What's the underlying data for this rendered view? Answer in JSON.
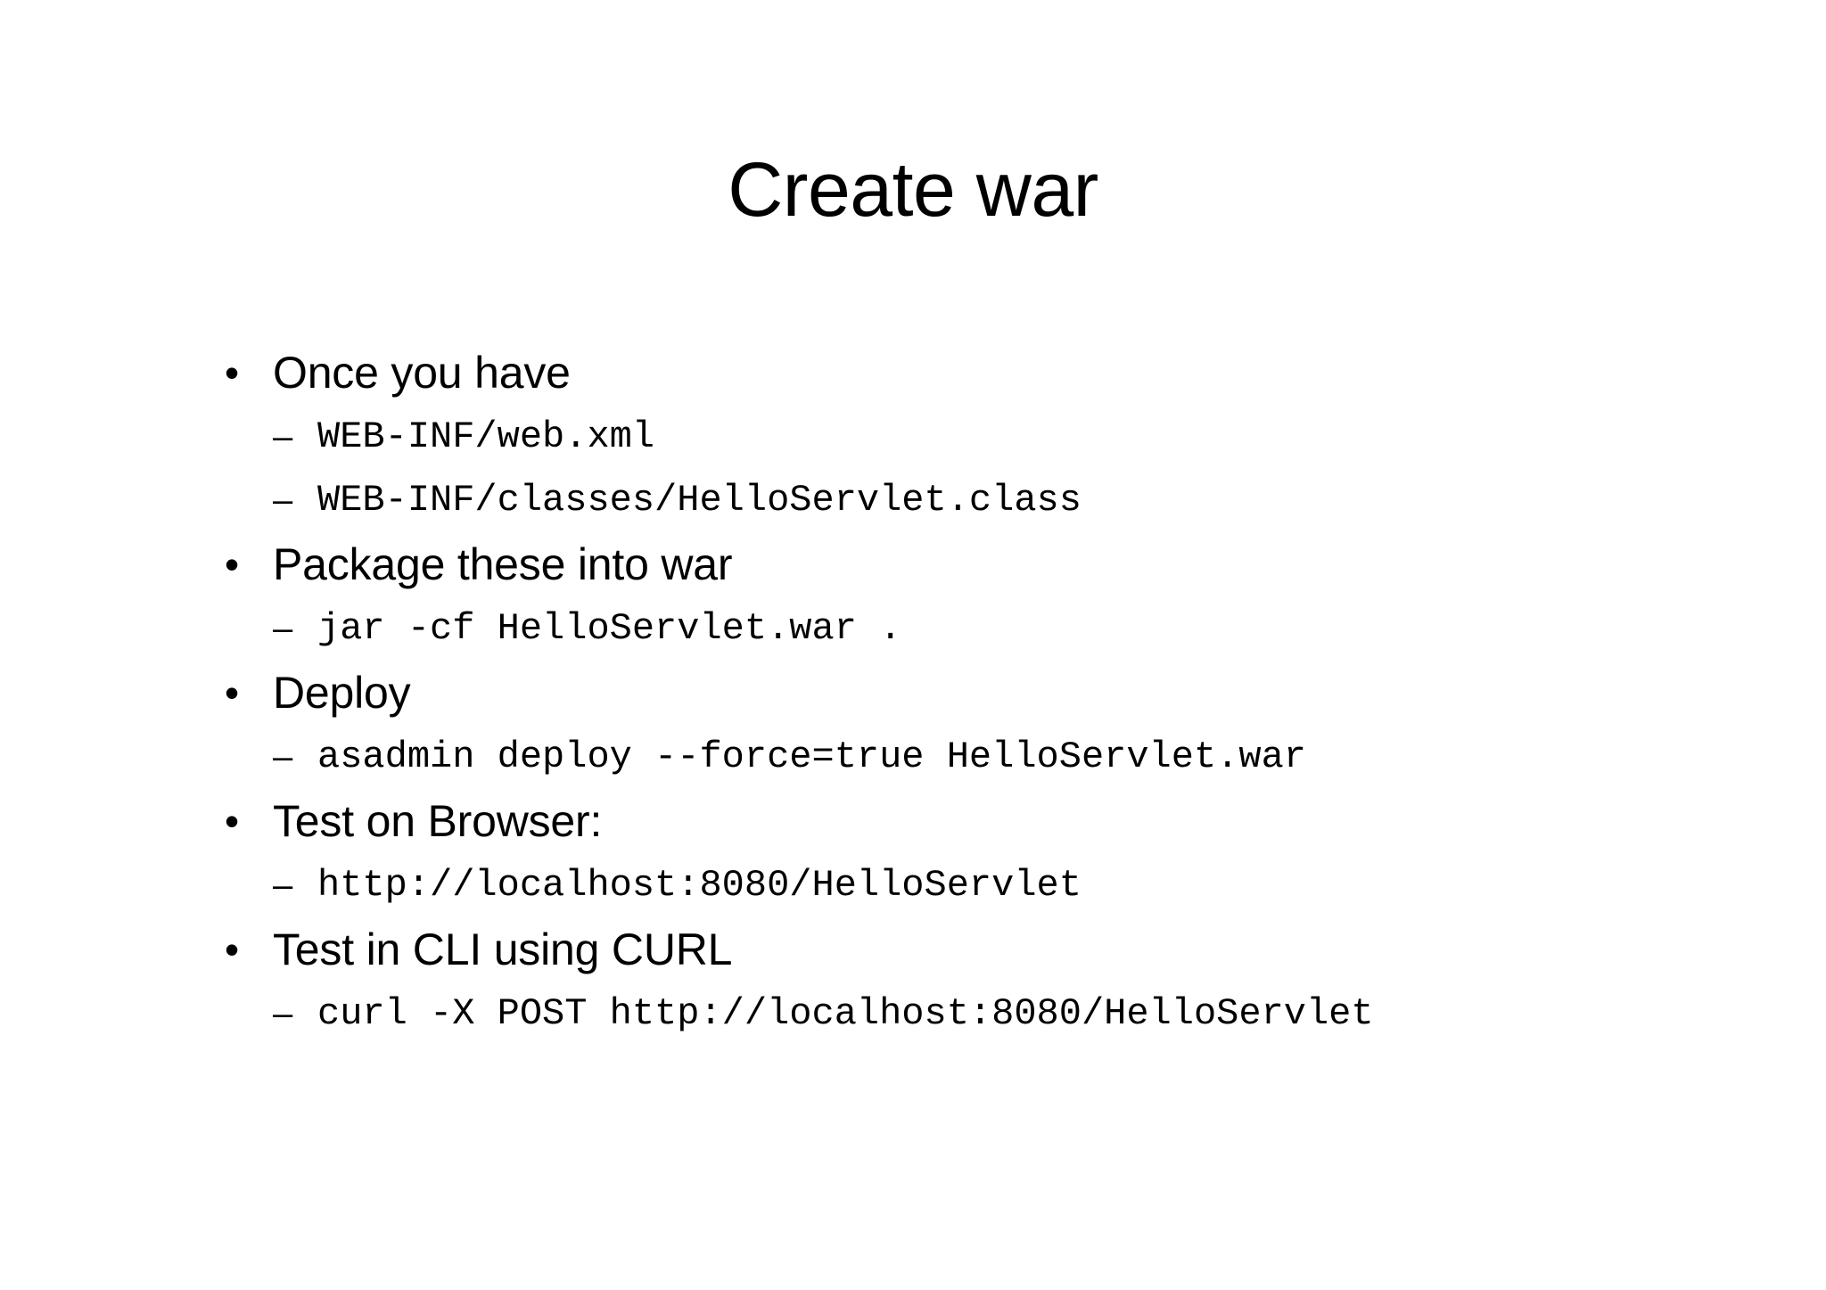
{
  "slide": {
    "title": "Create war",
    "background_color": "#ffffff",
    "text_color": "#000000",
    "bullet_marker": "•",
    "sub_bullet_marker": "–",
    "groups": [
      {
        "heading": "Once you have",
        "items": [
          "WEB-INF/web.xml",
          "WEB-INF/classes/HelloServlet.class"
        ]
      },
      {
        "heading": "Package these into war",
        "items": [
          "jar -cf HelloServlet.war ."
        ]
      },
      {
        "heading": "Deploy",
        "items": [
          "asadmin deploy --force=true HelloServlet.war"
        ]
      },
      {
        "heading": "Test on Browser:",
        "items": [
          "http://localhost:8080/HelloServlet"
        ]
      },
      {
        "heading": "Test in CLI using CURL",
        "items": [
          "curl -X POST http://localhost:8080/HelloServlet"
        ]
      }
    ]
  }
}
